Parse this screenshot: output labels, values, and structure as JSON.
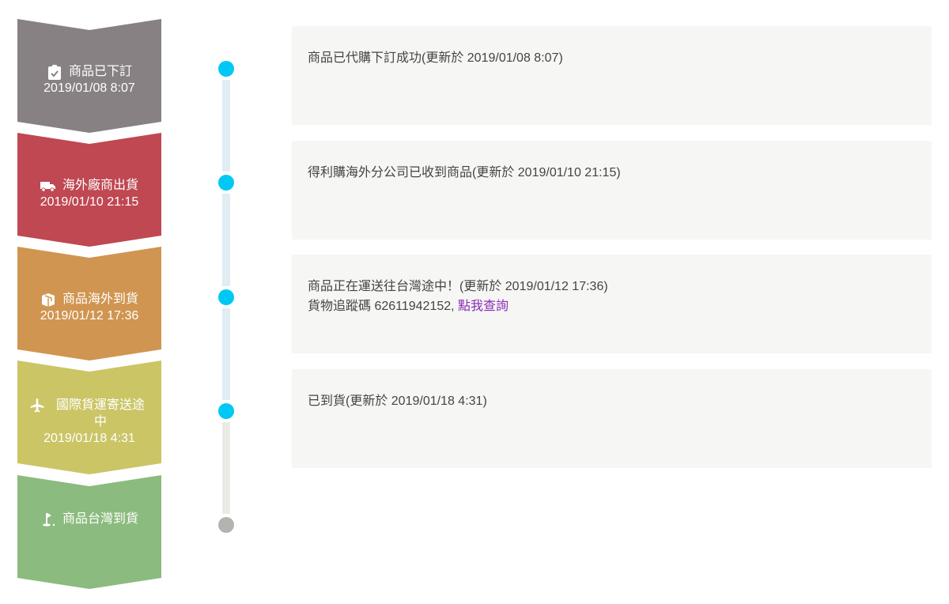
{
  "steps": [
    {
      "label": "商品已下訂",
      "time": "2019/01/08 8:07",
      "icon": "clipboard-check-icon",
      "color": "#878184"
    },
    {
      "label": "海外廠商出貨",
      "time": "2019/01/10 21:15",
      "icon": "truck-icon",
      "color": "#bf4852"
    },
    {
      "label": "商品海外到貨",
      "time": "2019/01/12 17:36",
      "icon": "package-icon",
      "color": "#d09550"
    },
    {
      "label": "國際貨運寄送途中",
      "time": "2019/01/18 4:31",
      "icon": "airplane-icon",
      "color": "#cbc566"
    },
    {
      "label": "商品台灣到貨",
      "time": "",
      "icon": "flag-icon",
      "color": "#8bbb7e"
    }
  ],
  "timeline": {
    "active_color": "#00c8f5",
    "inactive_color": "#b3b3b0"
  },
  "cards": [
    {
      "text": "商品已代購下訂成功(更新於 2019/01/08 8:07)"
    },
    {
      "text": "得利購海外分公司已收到商品(更新於 2019/01/10 21:15)"
    },
    {
      "text": "商品正在運送往台灣途中！(更新於 2019/01/12 17:36)",
      "tracking_prefix": "貨物追蹤碼 62611942152, ",
      "tracking_link": "點我查詢"
    },
    {
      "text": "已到貨(更新於 2019/01/18 4:31)"
    }
  ]
}
